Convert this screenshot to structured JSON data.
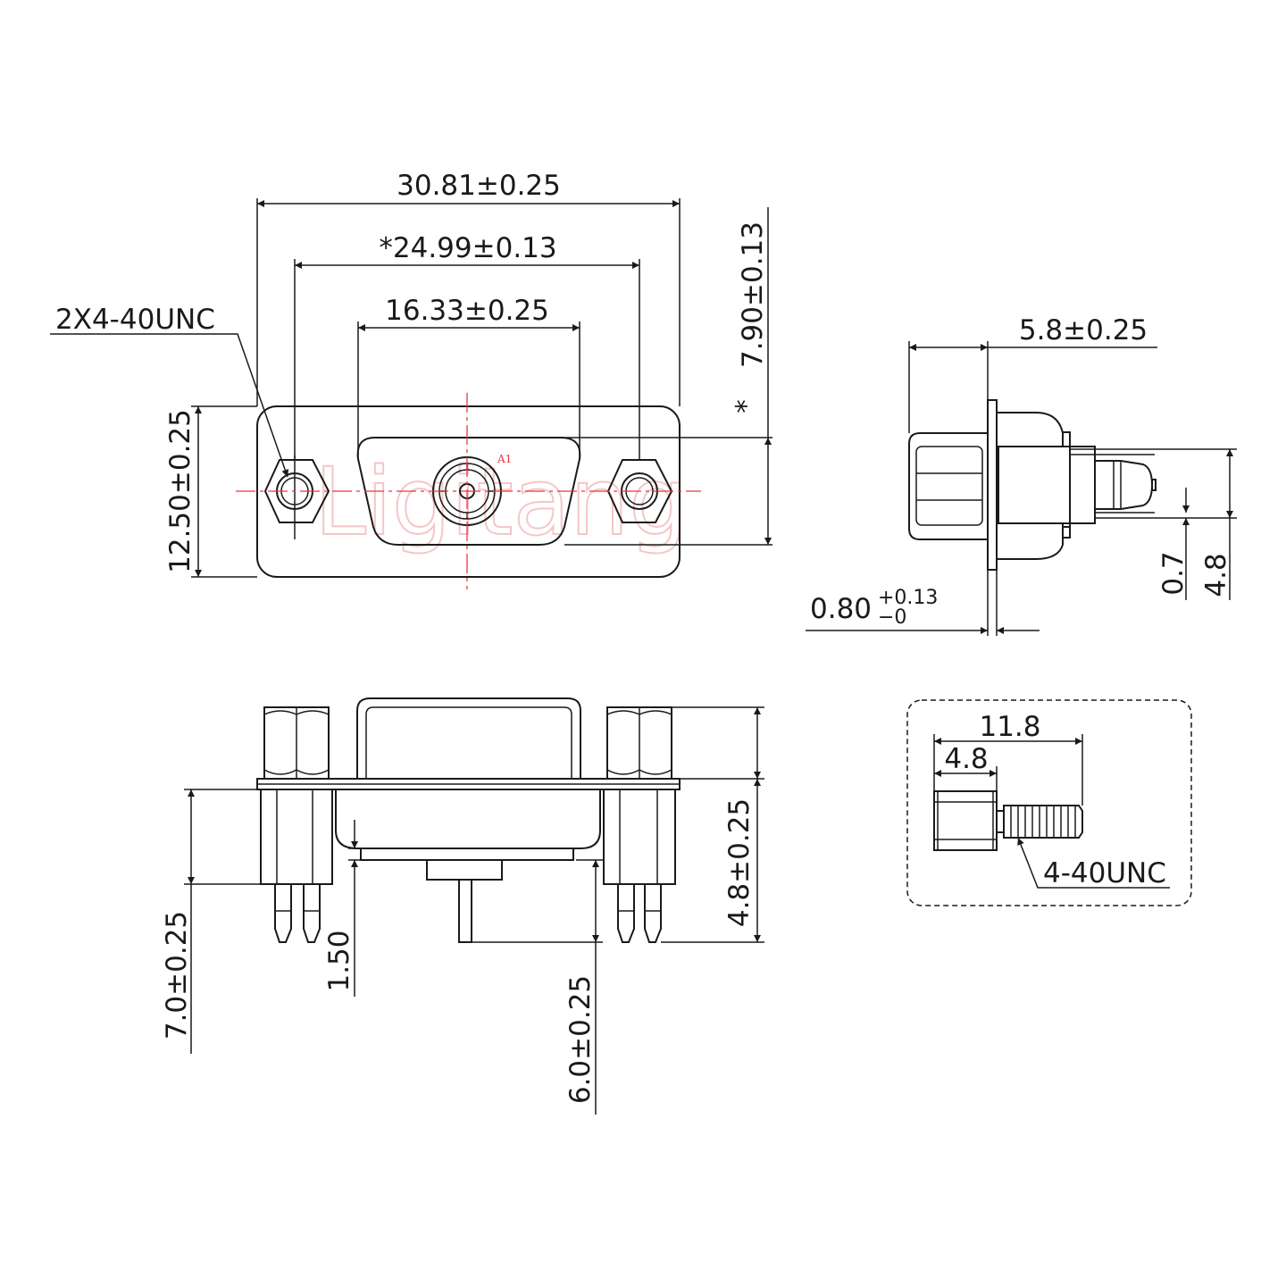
{
  "watermark": {
    "text": "Ligitang"
  },
  "labels": {
    "contact": "A1"
  },
  "front_view": {
    "overall_width": "30.81±0.25",
    "hole_pitch": "*24.99±0.13",
    "shell_width": "16.33±0.25",
    "thread_callout": "2X4-40UNC",
    "flange_height": "12.50±0.25",
    "shell_height": "7.90±0.13",
    "asterisk": "*"
  },
  "side_view": {
    "shell_depth": "5.8±0.25",
    "flange_thickness": "0.80",
    "flange_thickness_tol_upper": "+0.13",
    "flange_thickness_tol_lower": "−0",
    "pin_offset": "0.7",
    "pin_spacing": "4.8"
  },
  "bottom_view": {
    "mating_height": "4.8±0.25",
    "standoff_length": "7.0±0.25",
    "step_height": "1.50",
    "pin_length": "6.0±0.25"
  },
  "screw_detail": {
    "overall_length": "11.8",
    "head_length": "4.8",
    "thread_callout": "4-40UNC"
  },
  "colors": {
    "line": "#1a1a1a",
    "centerline": "#e8383d",
    "watermark": "#f5c6c8",
    "background": "#ffffff"
  }
}
